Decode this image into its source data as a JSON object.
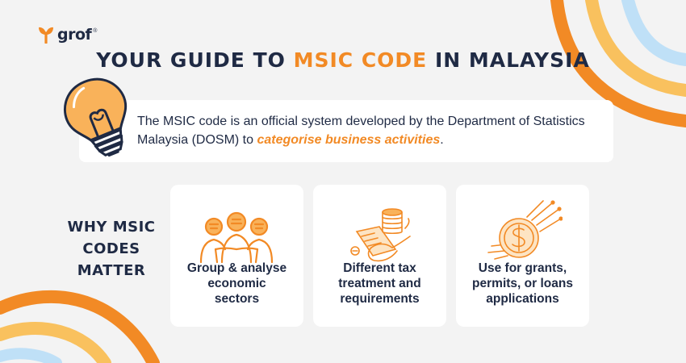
{
  "brand": {
    "name": "grof",
    "mark": "®",
    "color": "#f28a25"
  },
  "title": {
    "prefix": "YOUR GUIDE TO ",
    "highlight": "MSIC CODE",
    "suffix": " IN MALAYSIA"
  },
  "intro": {
    "text": "The MSIC code is an official system developed by the Department of Statistics Malaysia (DOSM) to ",
    "emphasis": "categorise business activities",
    "end": "."
  },
  "why": {
    "lines": [
      "WHY MSIC",
      "CODES",
      "MATTER"
    ]
  },
  "cards": [
    {
      "icon": "group-people-icon",
      "lines": [
        "Group & analyse",
        "economic",
        "sectors"
      ]
    },
    {
      "icon": "tax-coins-hand-icon",
      "lines": [
        "Different tax",
        "treatment and",
        "requirements"
      ]
    },
    {
      "icon": "dollar-coin-icon",
      "lines": [
        "Use for grants,",
        "permits, or loans",
        "applications"
      ]
    }
  ],
  "colors": {
    "navy": "#1f2a44",
    "orange": "#f28a25",
    "light_orange": "#f9c15e",
    "light_blue": "#bfe0f7",
    "background": "#f3f3f3"
  }
}
